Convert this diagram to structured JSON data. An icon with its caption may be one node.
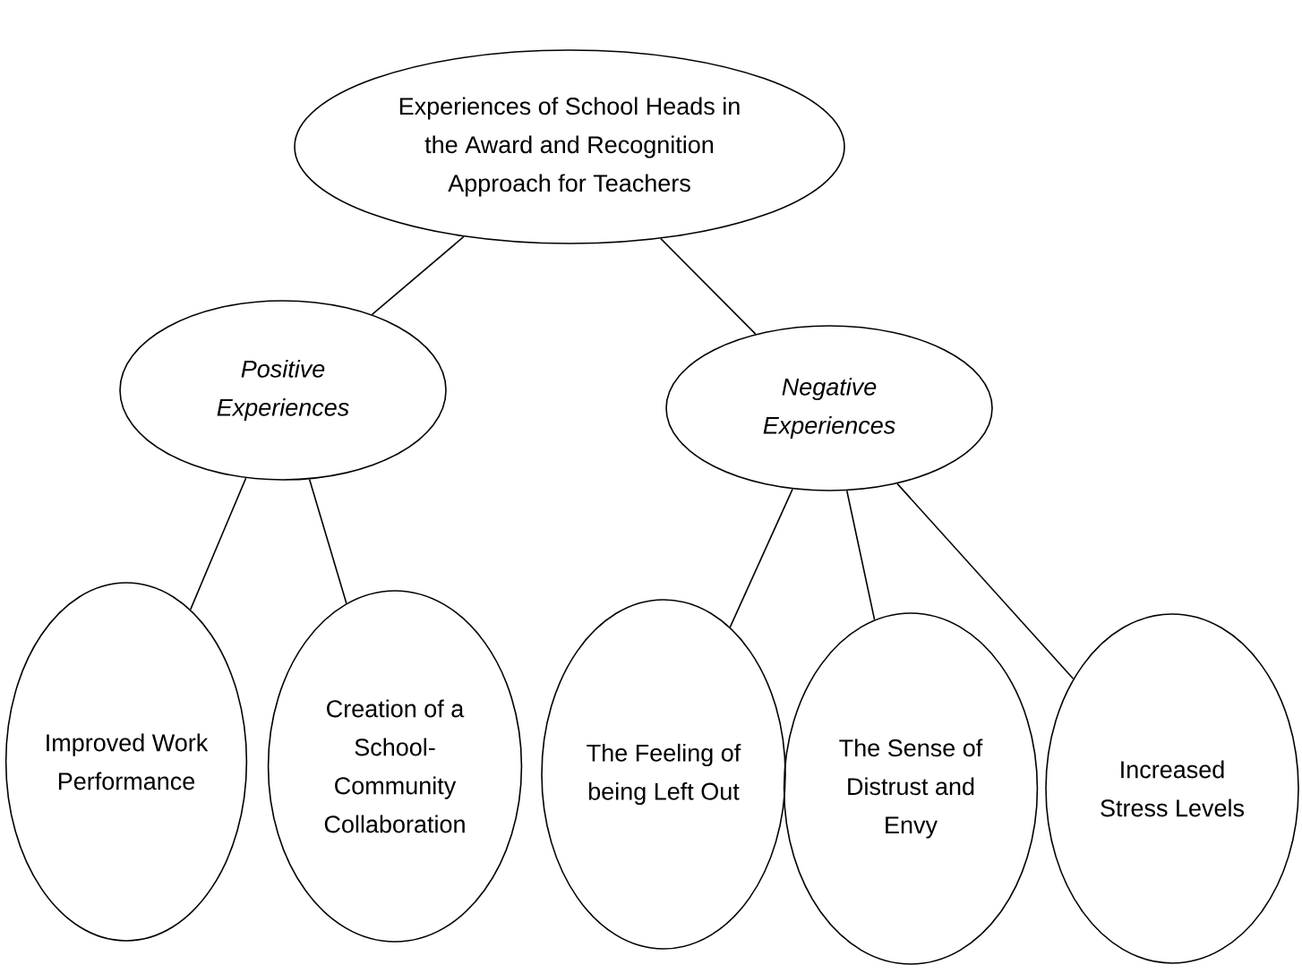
{
  "diagram": {
    "nodes": [
      {
        "text": [
          "Experiences of School Heads in the Award and Recognition Approach for Teachers"
        ]
      },
      {
        "text": [
          "Positive Experiences"
        ]
      },
      {
        "text": [
          "Negative Experiences"
        ]
      },
      {
        "text": [
          "Improved Work Performance"
        ]
      },
      {
        "text": [
          "Creation of a School-Community Collaboration"
        ]
      },
      {
        "text": [
          "The Feeling of being Left Out"
        ]
      },
      {
        "text": [
          "The Sense of Distrust and Envy"
        ]
      },
      {
        "text": [
          "Increased Stress Levels"
        ]
      }
    ],
    "edges": [
      {
        "from": 0,
        "to": 1,
        "arrow": "none"
      },
      {
        "from": 0,
        "to": 2,
        "arrow": "none"
      },
      {
        "from": 1,
        "to": 3,
        "arrow": "none"
      },
      {
        "from": 1,
        "to": 4,
        "arrow": "none"
      },
      {
        "from": 2,
        "to": 5,
        "arrow": "none"
      },
      {
        "from": 2,
        "to": 6,
        "arrow": "none"
      },
      {
        "from": 2,
        "to": 7,
        "arrow": "none"
      }
    ]
  }
}
